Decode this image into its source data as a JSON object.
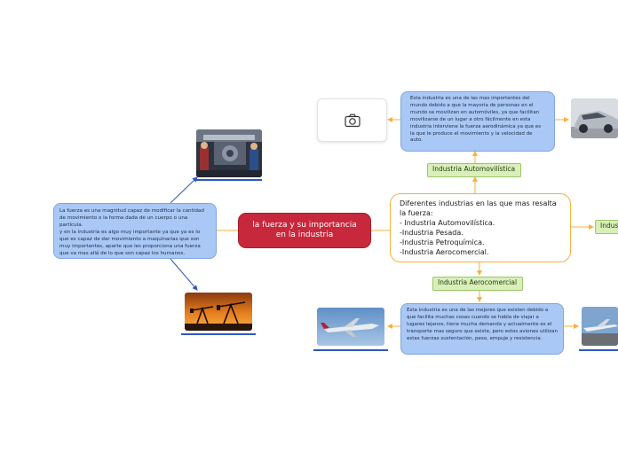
{
  "central": {
    "title": "la fuerza y su importancia en la industria"
  },
  "left_note": {
    "text": "La fuerza es una magnitud capaz de modificar la cantidad de movimiento o la forma dada de un cuerpo o una partícula.\ny en la industria es algo muy importante ya que ya es lo que es capaz de dar movimiento a maquinarias que son muy importantes, aparte que les proporciona una fuerza que va mas allá de lo que son capaz los humanos."
  },
  "main_topic": {
    "title": "Diferentes industrias en las que mas resalta la fuerza:",
    "items": [
      "- Industria Automovilística.",
      "-Industria Pesada.",
      "-Industria Petroquímica.",
      "-Industria Aerocomercial."
    ]
  },
  "subtopics": {
    "automotive": "Industria Automovilística",
    "aerocomercial": "Industria Aerocomercial",
    "right_cut": "Indus"
  },
  "notes": {
    "automotive": "Esta industria es una de las mas importantes del mundo debido a que la mayoría de personas en el mundo se movilizan en automóviles, ya que facilitan movilizarse de un lugar a otro fácilmente en esta industria interviene la fuerza aerodinámica ya que es la que le produce el movimiento y la velocidad de auto.",
    "aerocomercial": "Esta industria es una de las mejores que existen debido a que facilita muchas cosas cuando se habla de viajar a lugares lejanos, tiene mucha demanda y actualmente es el transporte mas seguro que existe, pero estos aviones utilizan  estas fuerzas sustentación, peso, empuje y resistencia."
  },
  "icons": {
    "camera": "camera-icon",
    "factory_photo": "factory-workers-image",
    "oil_photo": "oil-pumpjack-sunset-image",
    "car_photo": "silver-car-image",
    "plane_photo_left": "airliner-flying-image",
    "plane_photo_right": "airliner-runway-image"
  },
  "colors": {
    "central_fill": "#c8283c",
    "note_fill": "#a9c8f5",
    "topic_border": "#f5b13d",
    "label_fill": "#d8f0b8",
    "connector_orange": "#f5b13d",
    "connector_blue": "#2f56c7"
  }
}
